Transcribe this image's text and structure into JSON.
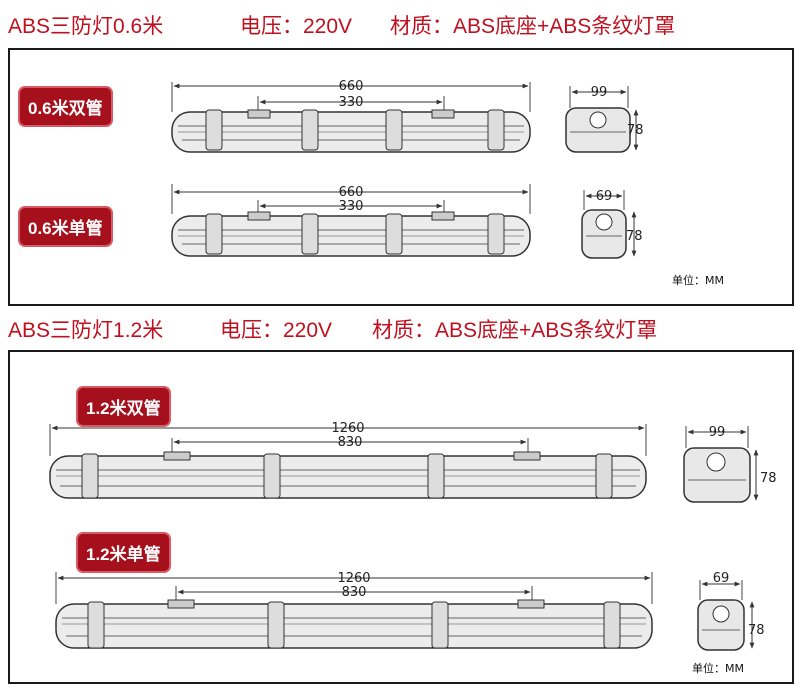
{
  "section_1": {
    "title": "ABS三防灯0.6米",
    "voltage": "电压：220V",
    "material": "材质：ABS底座+ABS条纹灯罩",
    "unit_label": "单位：MM",
    "variants": [
      {
        "label": "0.6米双管",
        "total_length": "660",
        "mount_spacing": "330",
        "width": "99",
        "height": "78"
      },
      {
        "label": "0.6米单管",
        "total_length": "660",
        "mount_spacing": "330",
        "width": "69",
        "height": "78"
      }
    ]
  },
  "section_2": {
    "title": "ABS三防灯1.2米",
    "voltage": "电压：220V",
    "material": "材质：ABS底座+ABS条纹灯罩",
    "unit_label": "单位：MM",
    "variants": [
      {
        "label": "1.2米双管",
        "total_length": "1260",
        "mount_spacing": "830",
        "width": "99",
        "height": "78"
      },
      {
        "label": "1.2米单管",
        "total_length": "1260",
        "mount_spacing": "830",
        "width": "69",
        "height": "78"
      }
    ]
  }
}
